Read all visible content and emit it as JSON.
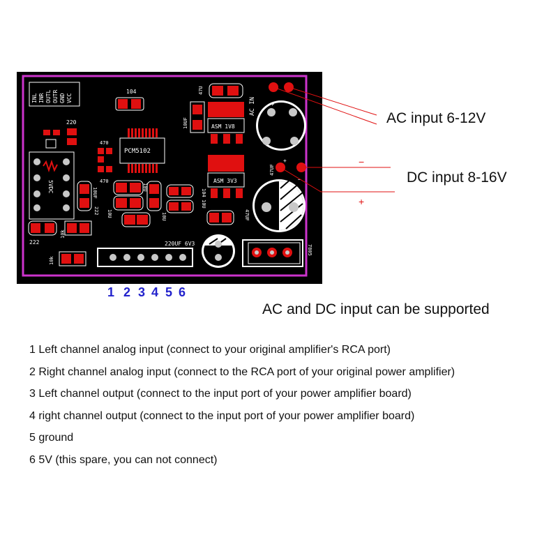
{
  "board": {
    "silk": {
      "header_pins": [
        "INL",
        "INR",
        "OUTL",
        "OUTR",
        "GND",
        "VCC"
      ],
      "r104": "104",
      "r220": "220",
      "r470a": "470",
      "r470b": "470",
      "chip": "PCM5102",
      "cap47u_top": "47U",
      "cap10uf_a": "10UF",
      "reg_1v8": "ASM 1V8",
      "reg_3v3": "ASM 3V3",
      "ac_in": "AC IN",
      "cap47uf_side": "47UF",
      "dc_5v": "5VDC",
      "c10uf": "10UF",
      "c222a": "222",
      "c10u_a": "10U",
      "c10u_b": "10U",
      "l104": "104",
      "c10u_c": "10U",
      "l10u": "10U",
      "c47uf": "47UF",
      "cap_bottom": "220UF 6V3",
      "c222b": "222",
      "r10k_a": "10k",
      "r10k_b": "10k",
      "reg_7805": "7805"
    },
    "colors": {
      "board": "#000000",
      "outline": "#cc33cc",
      "pad": "#e01010",
      "pin": "#c8c8c8",
      "silk": "#ffffff"
    }
  },
  "callouts": {
    "ac": "AC input 6-12V",
    "dc": "DC input 8-16V",
    "minus": "−",
    "plus": "+",
    "support": "AC and DC input can be supported"
  },
  "pin_numbers": [
    "1",
    "2",
    "3",
    "4",
    "5",
    "6"
  ],
  "pin_descriptions": [
    "1 Left channel analog input (connect to your original amplifier's RCA port)",
    "2 Right channel analog input (connect to the RCA port of your original power amplifier)",
    "3 Left channel output (connect to the input port of your power amplifier board)",
    "4 right channel output (connect to the input port of your power amplifier board)",
    "5 ground",
    "6 5V (this spare, you can not connect)"
  ]
}
